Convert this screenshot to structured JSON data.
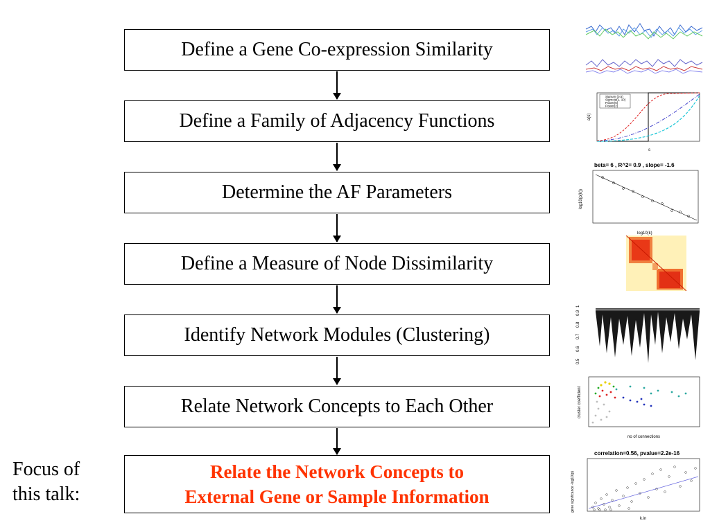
{
  "steps": [
    {
      "label": "Define a Gene Co-expression Similarity"
    },
    {
      "label": "Define a Family of Adjacency Functions"
    },
    {
      "label": "Determine the AF Parameters"
    },
    {
      "label": "Define a Measure of Node Dissimilarity"
    },
    {
      "label": "Identify Network Modules (Clustering)"
    },
    {
      "label": "Relate Network Concepts to Each Other"
    },
    {
      "line1": "Relate the Network Concepts to",
      "line2": "External Gene or Sample Information",
      "color": "#ff3300"
    }
  ],
  "focus": {
    "line1": "Focus of",
    "line2": "this talk:"
  },
  "thumbnails": {
    "adjacency": {
      "ylabel": "a(s)",
      "xlabel": "s",
      "legend": [
        "Signum (0.5)",
        "Sigmoid(1, 10)",
        "Power(6)",
        "Power(2)"
      ]
    },
    "scale_free": {
      "title": "beta= 6 , R^2= 0.9 , slope= -1.6",
      "xlabel": "log10(k)",
      "ylabel": "log10(p(k))"
    },
    "clustering_coef": {
      "xlabel": "no of connections",
      "ylabel": "cluster coefficient"
    },
    "significance": {
      "title": "correlation=0.56, pvalue=2.2e-16",
      "xlabel": "k.in",
      "ylabel": "gene significance -log10(p)"
    }
  }
}
